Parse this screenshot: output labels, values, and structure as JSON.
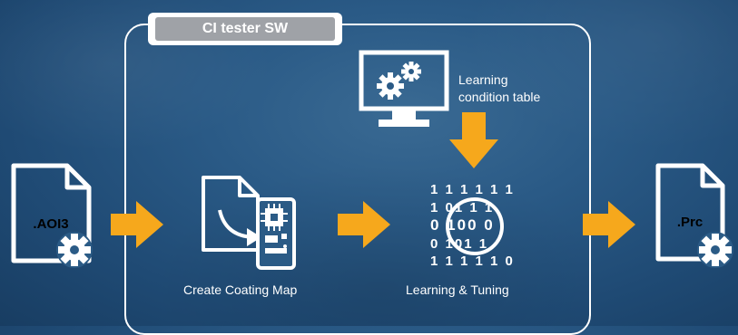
{
  "diagram": {
    "title": "CI tester SW",
    "input_file": {
      "ext": ".AOI3",
      "icon": "document-gear-icon"
    },
    "output_file": {
      "ext": ".Prc",
      "icon": "document-gear-icon"
    },
    "steps": [
      {
        "label": "Create Coating Map",
        "icon": "document-to-pcb-icon"
      },
      {
        "label": "Learning & Tuning",
        "icon": "binary-learning-icon"
      }
    ],
    "condition_table": {
      "label_line1": "Learning",
      "label_line2": "condition table",
      "icon": "monitor-gears-icon"
    },
    "arrow_color": "#f6a81c",
    "line_color": "#ffffff",
    "binary_text": {
      "row1": "1 1 1 1 1 1",
      "row2": "1 01 1 1",
      "row3": "0 100 0",
      "row4": "0 101 1",
      "row5": "1 1 1 1 1 0"
    }
  }
}
